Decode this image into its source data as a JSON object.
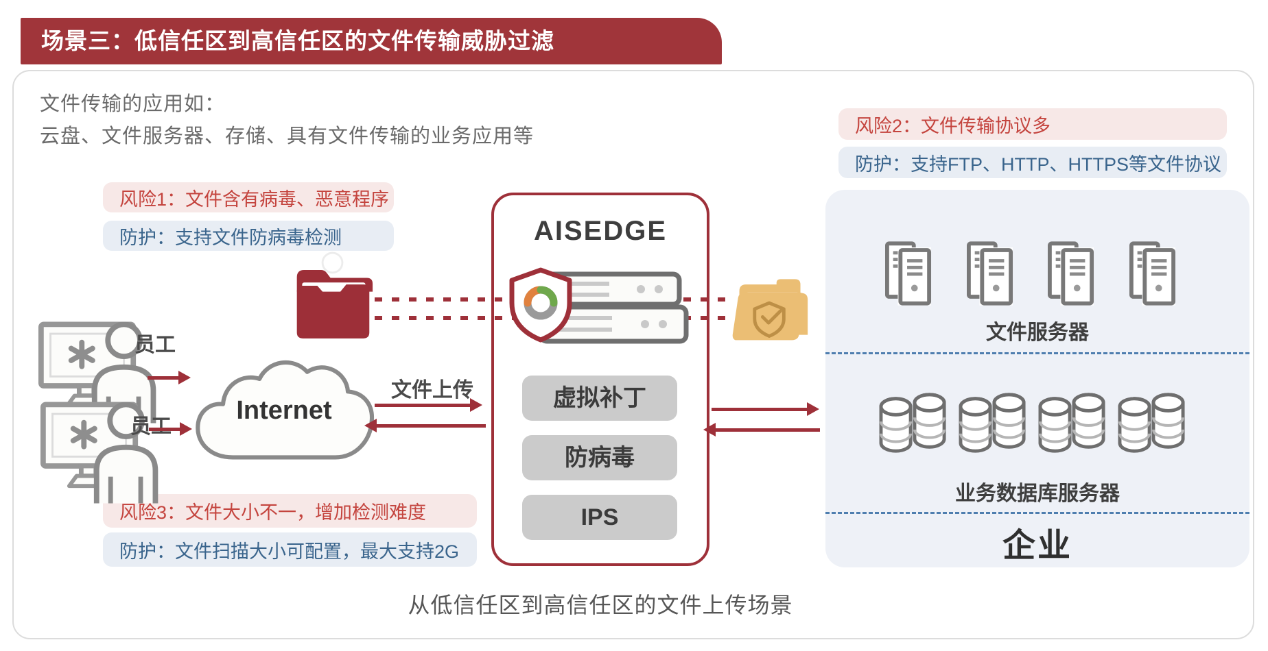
{
  "banner": {
    "title": "场景三：低信任区到高信任区的文件传输威胁过滤"
  },
  "intro": {
    "line1": "文件传输的应用如：",
    "line2": "云盘、文件服务器、存储、具有文件传输的业务应用等"
  },
  "annotations": {
    "risk1": "风险1：文件含有病毒、恶意程序",
    "protect1": "防护：支持文件防病毒检测",
    "risk2": "风险2：文件传输协议多",
    "protect2": "防护：支持FTP、HTTP、HTTPS等文件协议",
    "risk3": "风险3：文件大小不一，增加检测难度",
    "protect3": "防护：文件扫描大小可配置，最大支持2G"
  },
  "actors": {
    "employee1": "员工",
    "employee2": "员工"
  },
  "network": {
    "cloud": "Internet",
    "upload": "文件上传"
  },
  "gateway": {
    "title": "AISEDGE",
    "features": [
      {
        "label": "虚拟补丁"
      },
      {
        "label": "防病毒"
      },
      {
        "label": "IPS"
      }
    ]
  },
  "enterprise": {
    "file_server_label": "文件服务器",
    "db_server_label": "业务数据库服务器",
    "zone_label": "企业"
  },
  "caption": "从低信任区到高信任区的文件上传场景",
  "colors": {
    "banner_red": "#A0353A",
    "accent_red": "#9E3039",
    "risk_text": "#C4443E",
    "risk_bg": "#F7E8E7",
    "protect_text": "#39648C",
    "protect_bg": "#E8EDF4",
    "enterprise_bg": "#EEF1F7",
    "folder_red": "#9D2F38",
    "folder_gold": "#EBBE74",
    "feature_gray": "#CBCBCB",
    "dash_blue": "#4E7EAF"
  }
}
